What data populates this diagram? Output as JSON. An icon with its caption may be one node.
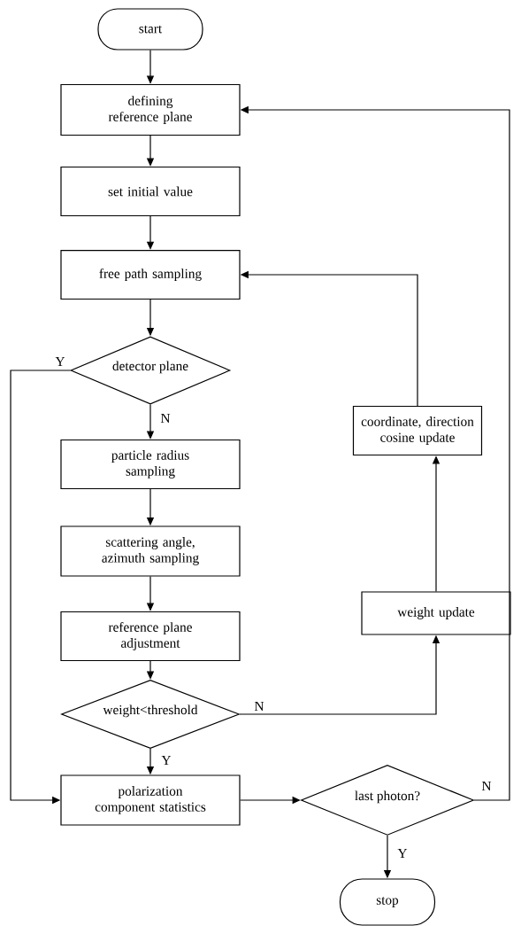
{
  "diagram": {
    "nodes": [
      {
        "text": [
          "start"
        ]
      },
      {
        "text": [
          "defining reference plane"
        ]
      },
      {
        "text": [
          "set initial value"
        ]
      },
      {
        "text": [
          "free path sampling"
        ]
      },
      {
        "text": [
          "detector plane"
        ]
      },
      {
        "text": [
          "particle radius sampling"
        ]
      },
      {
        "text": [
          "scattering angle, azimuth sampling"
        ]
      },
      {
        "text": [
          "reference plane adjustment"
        ]
      },
      {
        "text": [
          "weight<threshold"
        ]
      },
      {
        "text": [
          "polarization component statistics"
        ]
      },
      {
        "text": [
          "last photon?"
        ]
      },
      {
        "text": [
          "stop"
        ]
      },
      {
        "text": [
          "weight update"
        ]
      },
      {
        "text": [
          "coordinate, direction cosine update"
        ]
      }
    ],
    "edges": [
      {
        "from": 0,
        "to": 1,
        "arrow": "to"
      },
      {
        "from": 1,
        "to": 2,
        "arrow": "to"
      },
      {
        "from": 2,
        "to": 3,
        "arrow": "to"
      },
      {
        "from": 3,
        "to": 4,
        "arrow": "to"
      },
      {
        "from": 4,
        "to": 5,
        "arrow": "to",
        "label": "N"
      },
      {
        "from": 4,
        "to": 9,
        "arrow": "to",
        "label": "Y"
      },
      {
        "from": 5,
        "to": 6,
        "arrow": "to"
      },
      {
        "from": 6,
        "to": 7,
        "arrow": "to"
      },
      {
        "from": 7,
        "to": 8,
        "arrow": "to"
      },
      {
        "from": 8,
        "to": 9,
        "arrow": "to",
        "label": "Y"
      },
      {
        "from": 8,
        "to": 12,
        "arrow": "to",
        "label": "N"
      },
      {
        "from": 12,
        "to": 13,
        "arrow": "to"
      },
      {
        "from": 13,
        "to": 3,
        "arrow": "to"
      },
      {
        "from": 9,
        "to": 10,
        "arrow": "to"
      },
      {
        "from": 10,
        "to": 11,
        "arrow": "to",
        "label": "Y"
      },
      {
        "from": 10,
        "to": 1,
        "arrow": "to",
        "label": "N"
      }
    ]
  }
}
